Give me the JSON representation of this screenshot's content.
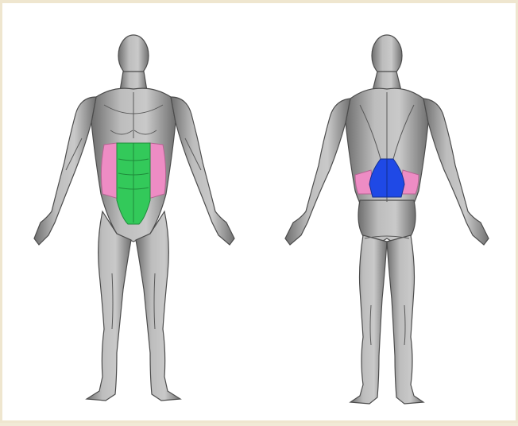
{
  "image": {
    "subject": "anatomical-muscle-figures",
    "views": [
      {
        "view": "front",
        "highlighted_regions": [
          {
            "muscle_group": "rectus-abdominis",
            "color": "#33c95a"
          },
          {
            "muscle_group": "obliques",
            "color": "#ee8cc4"
          }
        ]
      },
      {
        "view": "back",
        "highlighted_regions": [
          {
            "muscle_group": "lower-back",
            "color": "#1f49e6"
          },
          {
            "muscle_group": "obliques",
            "color": "#ee8cc4"
          }
        ]
      }
    ],
    "colors": {
      "frame": "#efe6cf",
      "background": "#ffffff",
      "body_fill": "#a3a3a3",
      "body_stroke": "#4c4c4c",
      "abs_green": "#33c95a",
      "oblique_pink": "#ee8cc4",
      "lowerback_blue": "#1f49e6"
    }
  }
}
